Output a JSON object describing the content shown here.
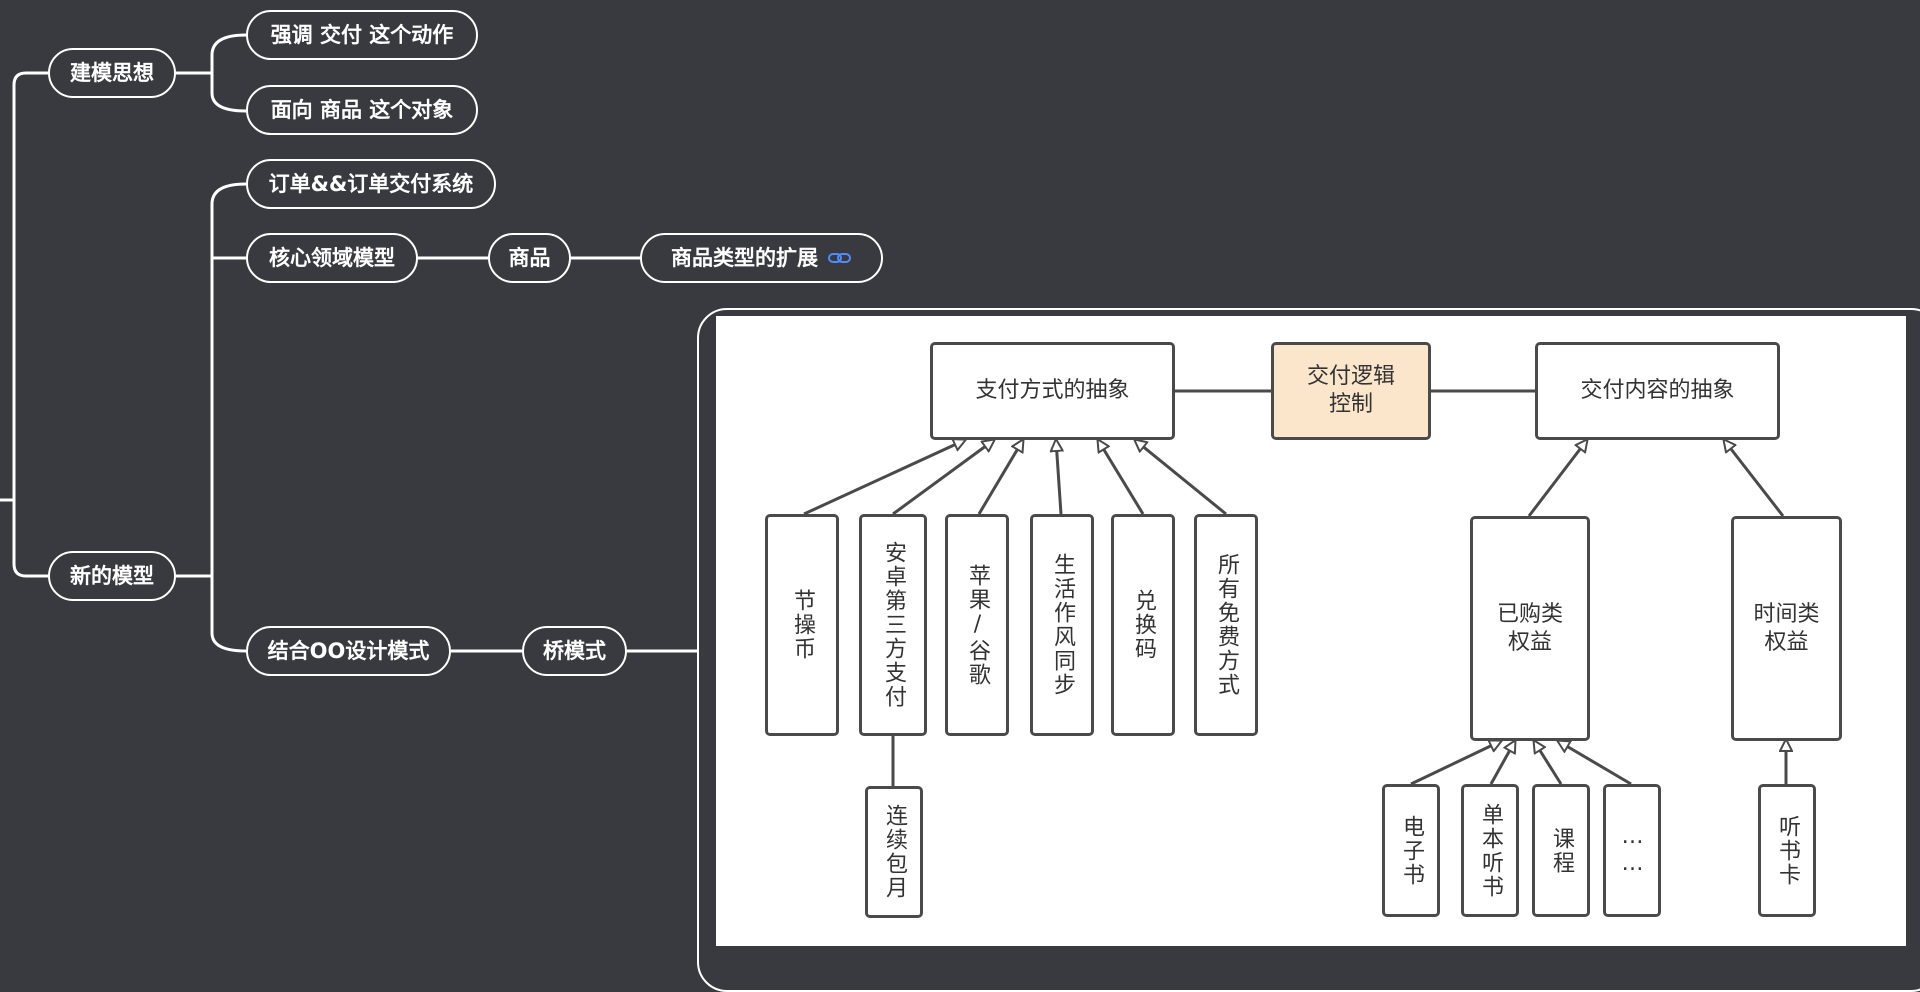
{
  "mindmap": {
    "modeling_thought": "建模思想",
    "emphasize_delivery": "强调 交付 这个动作",
    "face_goods": "面向 商品 这个对象",
    "new_model": "新的模型",
    "order_system": "订单&&订单交付系统",
    "core_domain": "核心领域模型",
    "goods": "商品",
    "goods_type_ext": "商品类型的扩展",
    "combine_oo": "结合OO设计模式",
    "bridge_pattern": "桥模式",
    "link_icon": "link-icon"
  },
  "diagram": {
    "payment_abstraction": "支付方式的抽象",
    "delivery_control": "交付逻辑\n控制",
    "content_abstraction": "交付内容的抽象",
    "payment_methods": [
      "节操币",
      "安卓第三方支付",
      "苹果/谷歌",
      "生活作风同步",
      "兑换码",
      "所有免费方式"
    ],
    "continuous_monthly": "连续包月",
    "purchased_rights": "已购类\n权益",
    "time_rights": "时间类\n权益",
    "purchased_items": [
      "电子书",
      "单本听书",
      "课程",
      "……"
    ],
    "time_items": [
      "听书卡"
    ],
    "accent_color": "#fbe6cc"
  }
}
